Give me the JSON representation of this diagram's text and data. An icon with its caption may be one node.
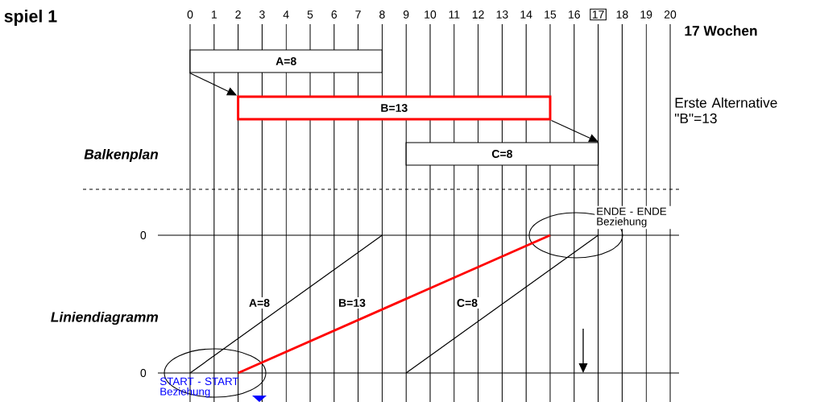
{
  "diagram": {
    "title": "spiel 1",
    "nodes": [
      {
        "text": [
          "A=8"
        ]
      },
      {
        "text": [
          "B=13"
        ]
      },
      {
        "text": [
          "C=8"
        ]
      },
      {
        "text": [],
        "shape": "circle"
      },
      {
        "text": [],
        "shape": "circle"
      }
    ],
    "edges": [
      {
        "from": 0,
        "to": 1,
        "arrow": "to"
      },
      {
        "from": 1,
        "to": 2,
        "arrow": "to"
      },
      {
        "from": 4,
        "to": 3,
        "arrow": "none",
        "style": "thick",
        "color": "#ff0000"
      }
    ],
    "labels": [
      "0",
      "1",
      "2",
      "3",
      "4",
      "5",
      "6",
      "7",
      "8",
      "9",
      "10",
      "11",
      "12",
      "13",
      "14",
      "15",
      "16",
      "17",
      "18",
      "19",
      "20",
      "17 Wochen",
      "Erste Alternative \"B\"=13",
      "Balkenplan",
      "ENDE - ENDE Beziehung",
      "0",
      "A=8",
      "B=13",
      "C=8",
      "Liniendiagramm",
      "0",
      "START - START Beziehung"
    ]
  }
}
